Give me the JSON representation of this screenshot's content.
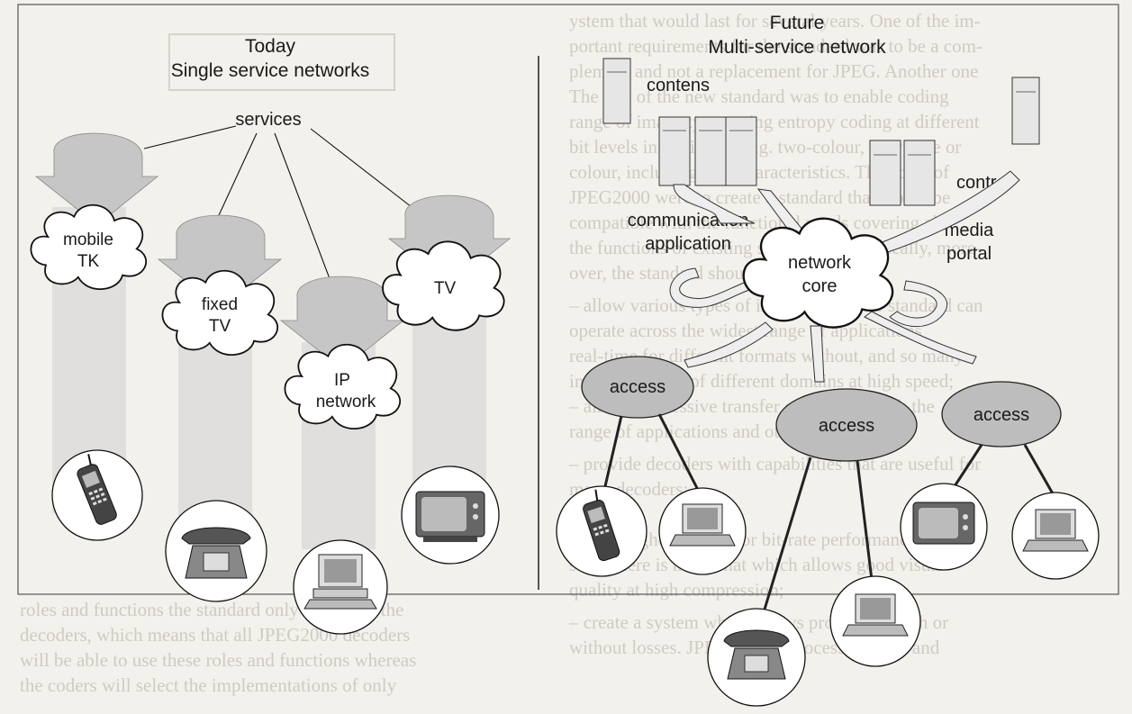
{
  "left_panel": {
    "title_line1": "Today",
    "title_line2": "Single service networks",
    "services_label": "services",
    "clouds": [
      {
        "line1": "mobile",
        "line2": "TK"
      },
      {
        "line1": "fixed",
        "line2": "TV"
      },
      {
        "line1": "IP",
        "line2": "network"
      },
      {
        "line1": "TV",
        "line2": ""
      }
    ],
    "devices": [
      "mobile-phone",
      "desk-telephone",
      "computer",
      "television"
    ]
  },
  "right_panel": {
    "title_line1": "Future",
    "title_line2": "Multi-service network",
    "contens_label": "contens",
    "control_label": "control",
    "communication_line1": "communication",
    "communication_line2": "application",
    "media_line1": "media",
    "media_line2": "portal",
    "core_line1": "network",
    "core_line2": "core",
    "access_labels": [
      "access",
      "access",
      "access"
    ],
    "devices": [
      "mobile-phone",
      "computer",
      "desk-telephone",
      "computer",
      "television",
      "computer"
    ]
  },
  "colors": {
    "background": "#f3f1ec",
    "arrow_gray": "#c6c6c6",
    "access_gray": "#bdbdbd"
  }
}
